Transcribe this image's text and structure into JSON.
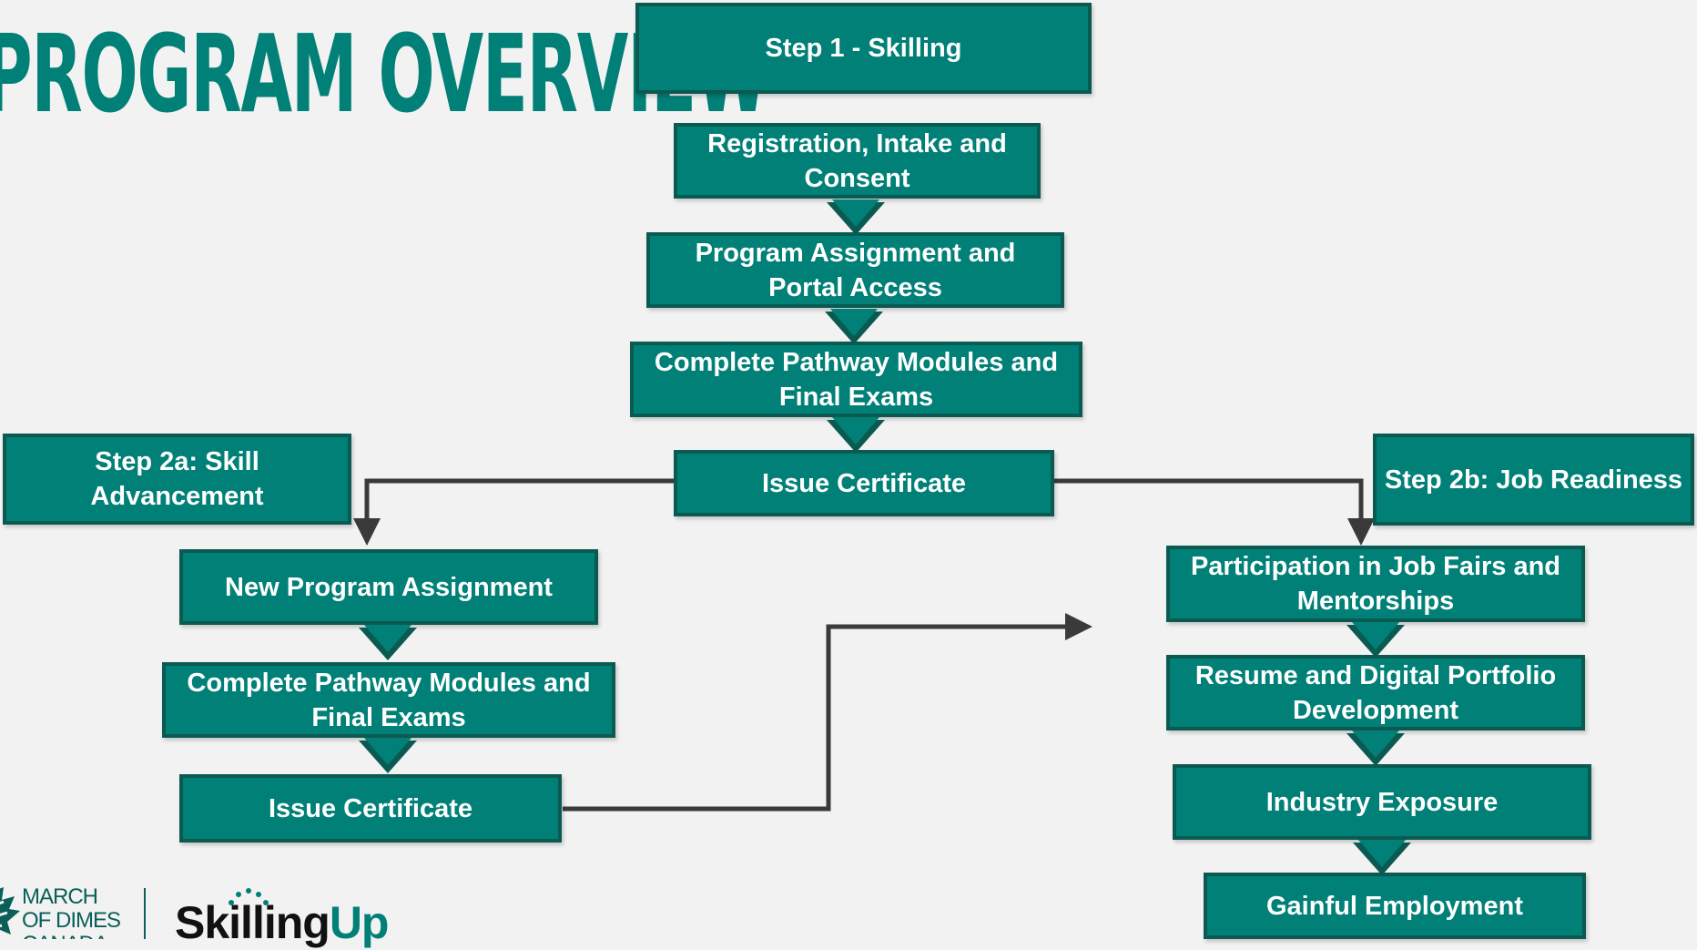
{
  "title": "PROGRAM OVERVIEW",
  "colors": {
    "box_fill": "#008077",
    "box_border": "#0b5a52",
    "connector": "#3a3a3a",
    "title": "#008077"
  },
  "step1": {
    "header": "Step 1 - Skilling",
    "items": [
      "Registration, Intake and Consent",
      "Program Assignment and Portal Access",
      "Complete Pathway Modules and Final Exams",
      "Issue Certificate"
    ]
  },
  "step2a": {
    "header": "Step 2a: Skill Advancement",
    "items": [
      "New Program Assignment",
      "Complete Pathway Modules and Final Exams",
      "Issue Certificate"
    ]
  },
  "step2b": {
    "header": "Step 2b: Job Readiness",
    "items": [
      "Participation in Job Fairs and Mentorships",
      "Resume and Digital Portfolio Development",
      "Industry Exposure",
      "Gainful Employment"
    ]
  },
  "logos": {
    "march_of_dimes": "MARCH\nOF DIMES\nCANADA",
    "skillingup_a": "Skilling",
    "skillingup_b": "Up"
  }
}
